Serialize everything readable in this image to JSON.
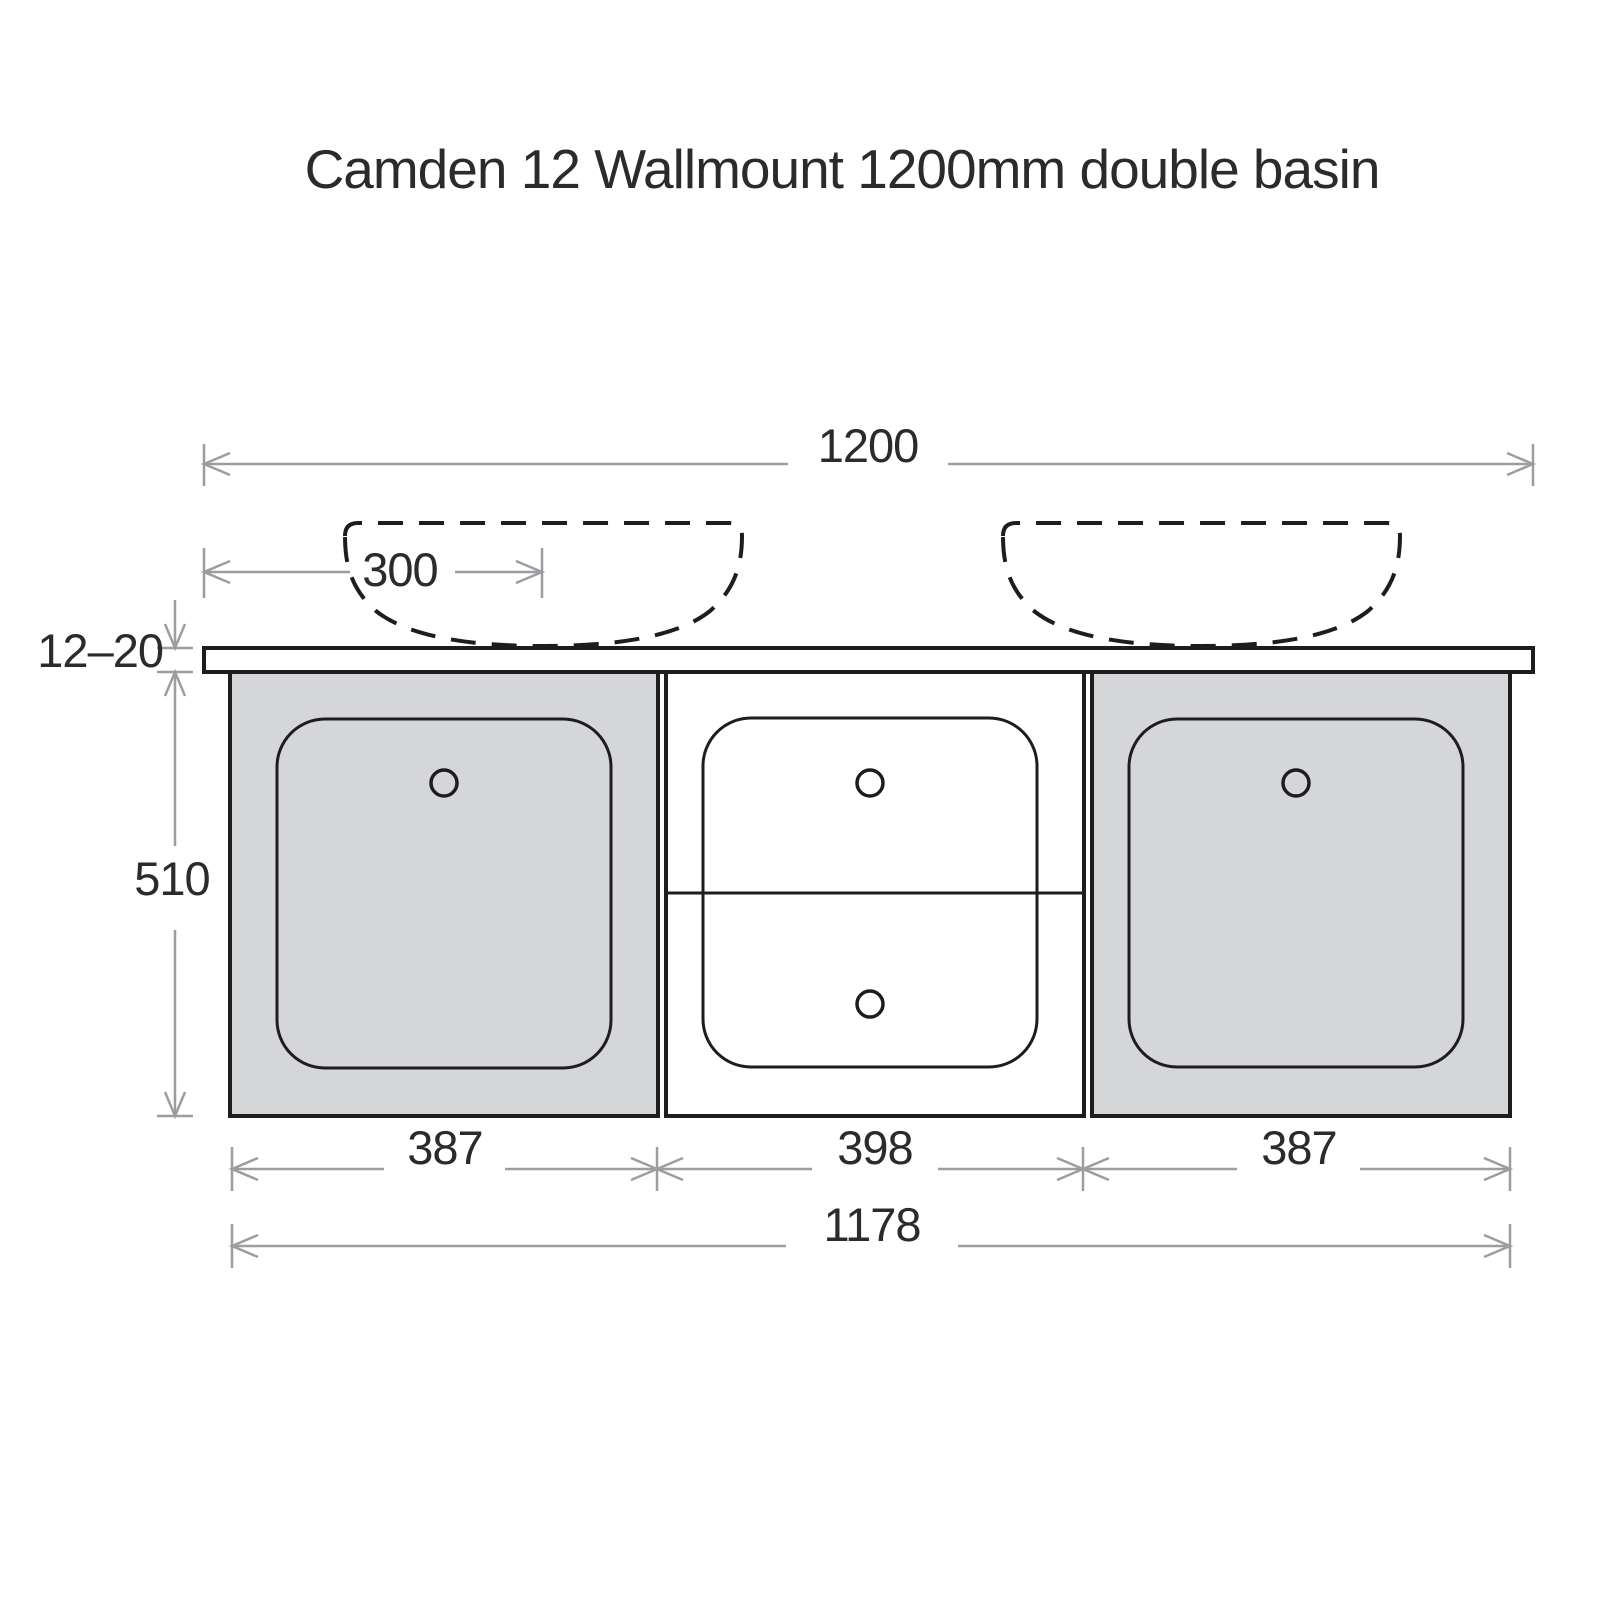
{
  "title": "Camden 12 Wallmount 1200mm double basin",
  "drawing": {
    "labels": {
      "overall_width": "1200",
      "basin_offset": "300",
      "top_thickness": "12–20",
      "cabinet_height": "510",
      "left_door_width": "387",
      "drawer_width": "398",
      "right_door_width": "387",
      "carcass_width": "1178"
    },
    "colors": {
      "outline": "#1d1d1f",
      "panel_gray": "#d5d6d7",
      "dimension_gray": "#9b9da0",
      "text": "#2b2b2d",
      "background": "#ffffff"
    }
  }
}
